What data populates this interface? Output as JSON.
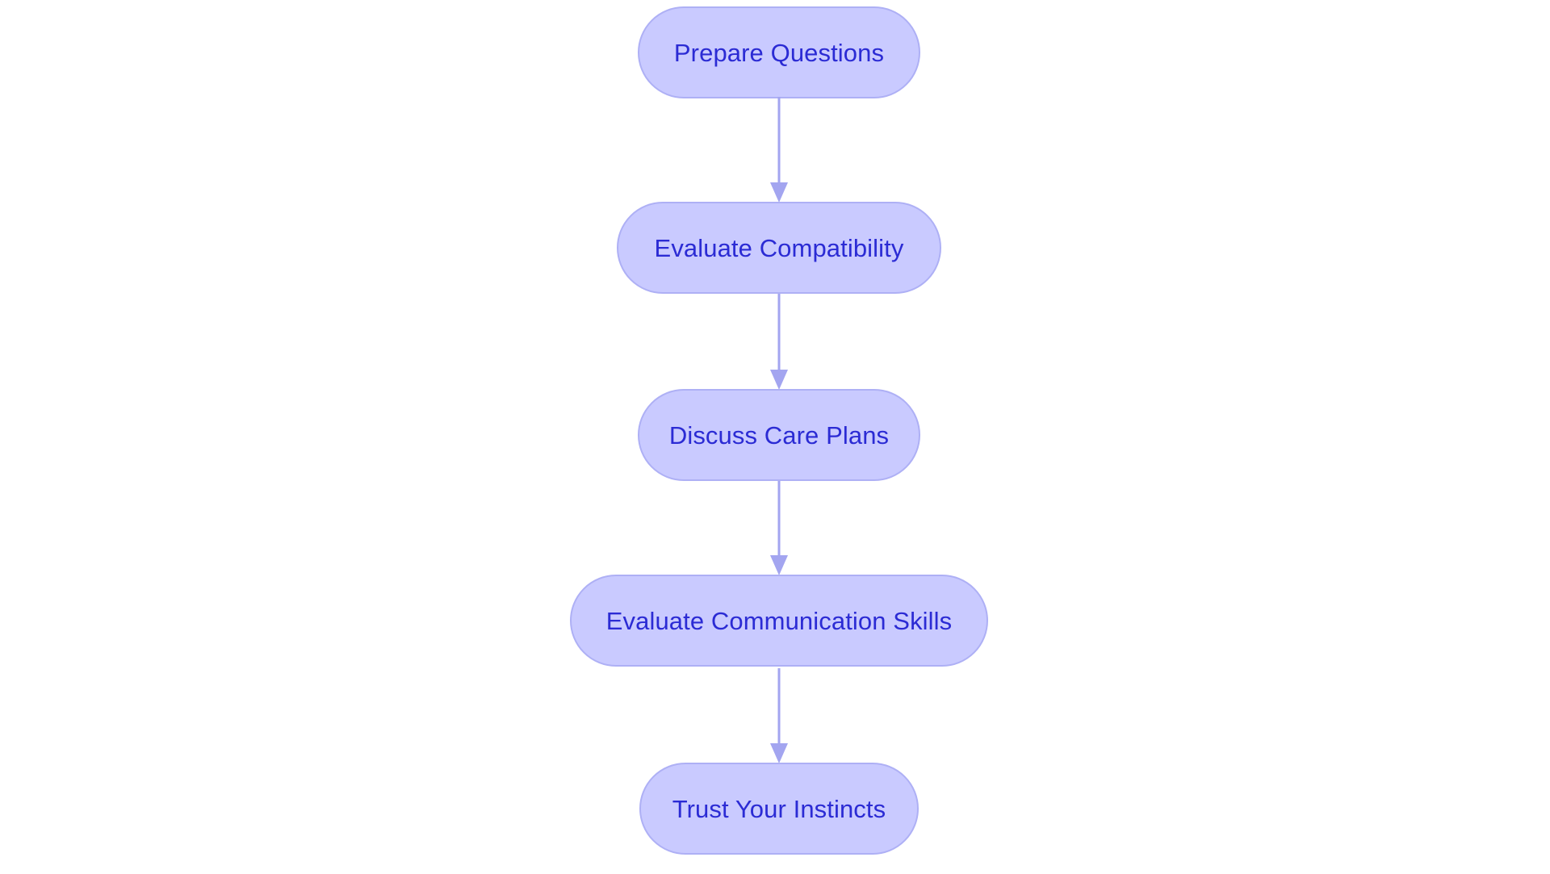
{
  "diagram": {
    "type": "flowchart",
    "orientation": "vertical-top-to-bottom",
    "title": "",
    "background_color": "#ffffff",
    "node_fill_color": "#c9caff",
    "node_border_color": "#aeb0f5",
    "node_text_color": "#2b2bd4",
    "connector_color": "#a3a5f0",
    "node_shape": "rounded-pill",
    "nodes": [
      {
        "id": "node-1",
        "label": "Prepare Questions",
        "order": 1
      },
      {
        "id": "node-2",
        "label": "Evaluate Compatibility",
        "order": 2
      },
      {
        "id": "node-3",
        "label": "Discuss Care Plans",
        "order": 3
      },
      {
        "id": "node-4",
        "label": "Evaluate Communication Skills",
        "order": 4
      },
      {
        "id": "node-5",
        "label": "Trust Your Instincts",
        "order": 5
      }
    ],
    "edges": [
      {
        "id": "edge-1",
        "from": "node-1",
        "to": "node-2",
        "label": "",
        "arrow": "down"
      },
      {
        "id": "edge-2",
        "from": "node-2",
        "to": "node-3",
        "label": "",
        "arrow": "down"
      },
      {
        "id": "edge-3",
        "from": "node-3",
        "to": "node-4",
        "label": "",
        "arrow": "down"
      },
      {
        "id": "edge-4",
        "from": "node-4",
        "to": "node-5",
        "label": "",
        "arrow": "down"
      }
    ]
  }
}
